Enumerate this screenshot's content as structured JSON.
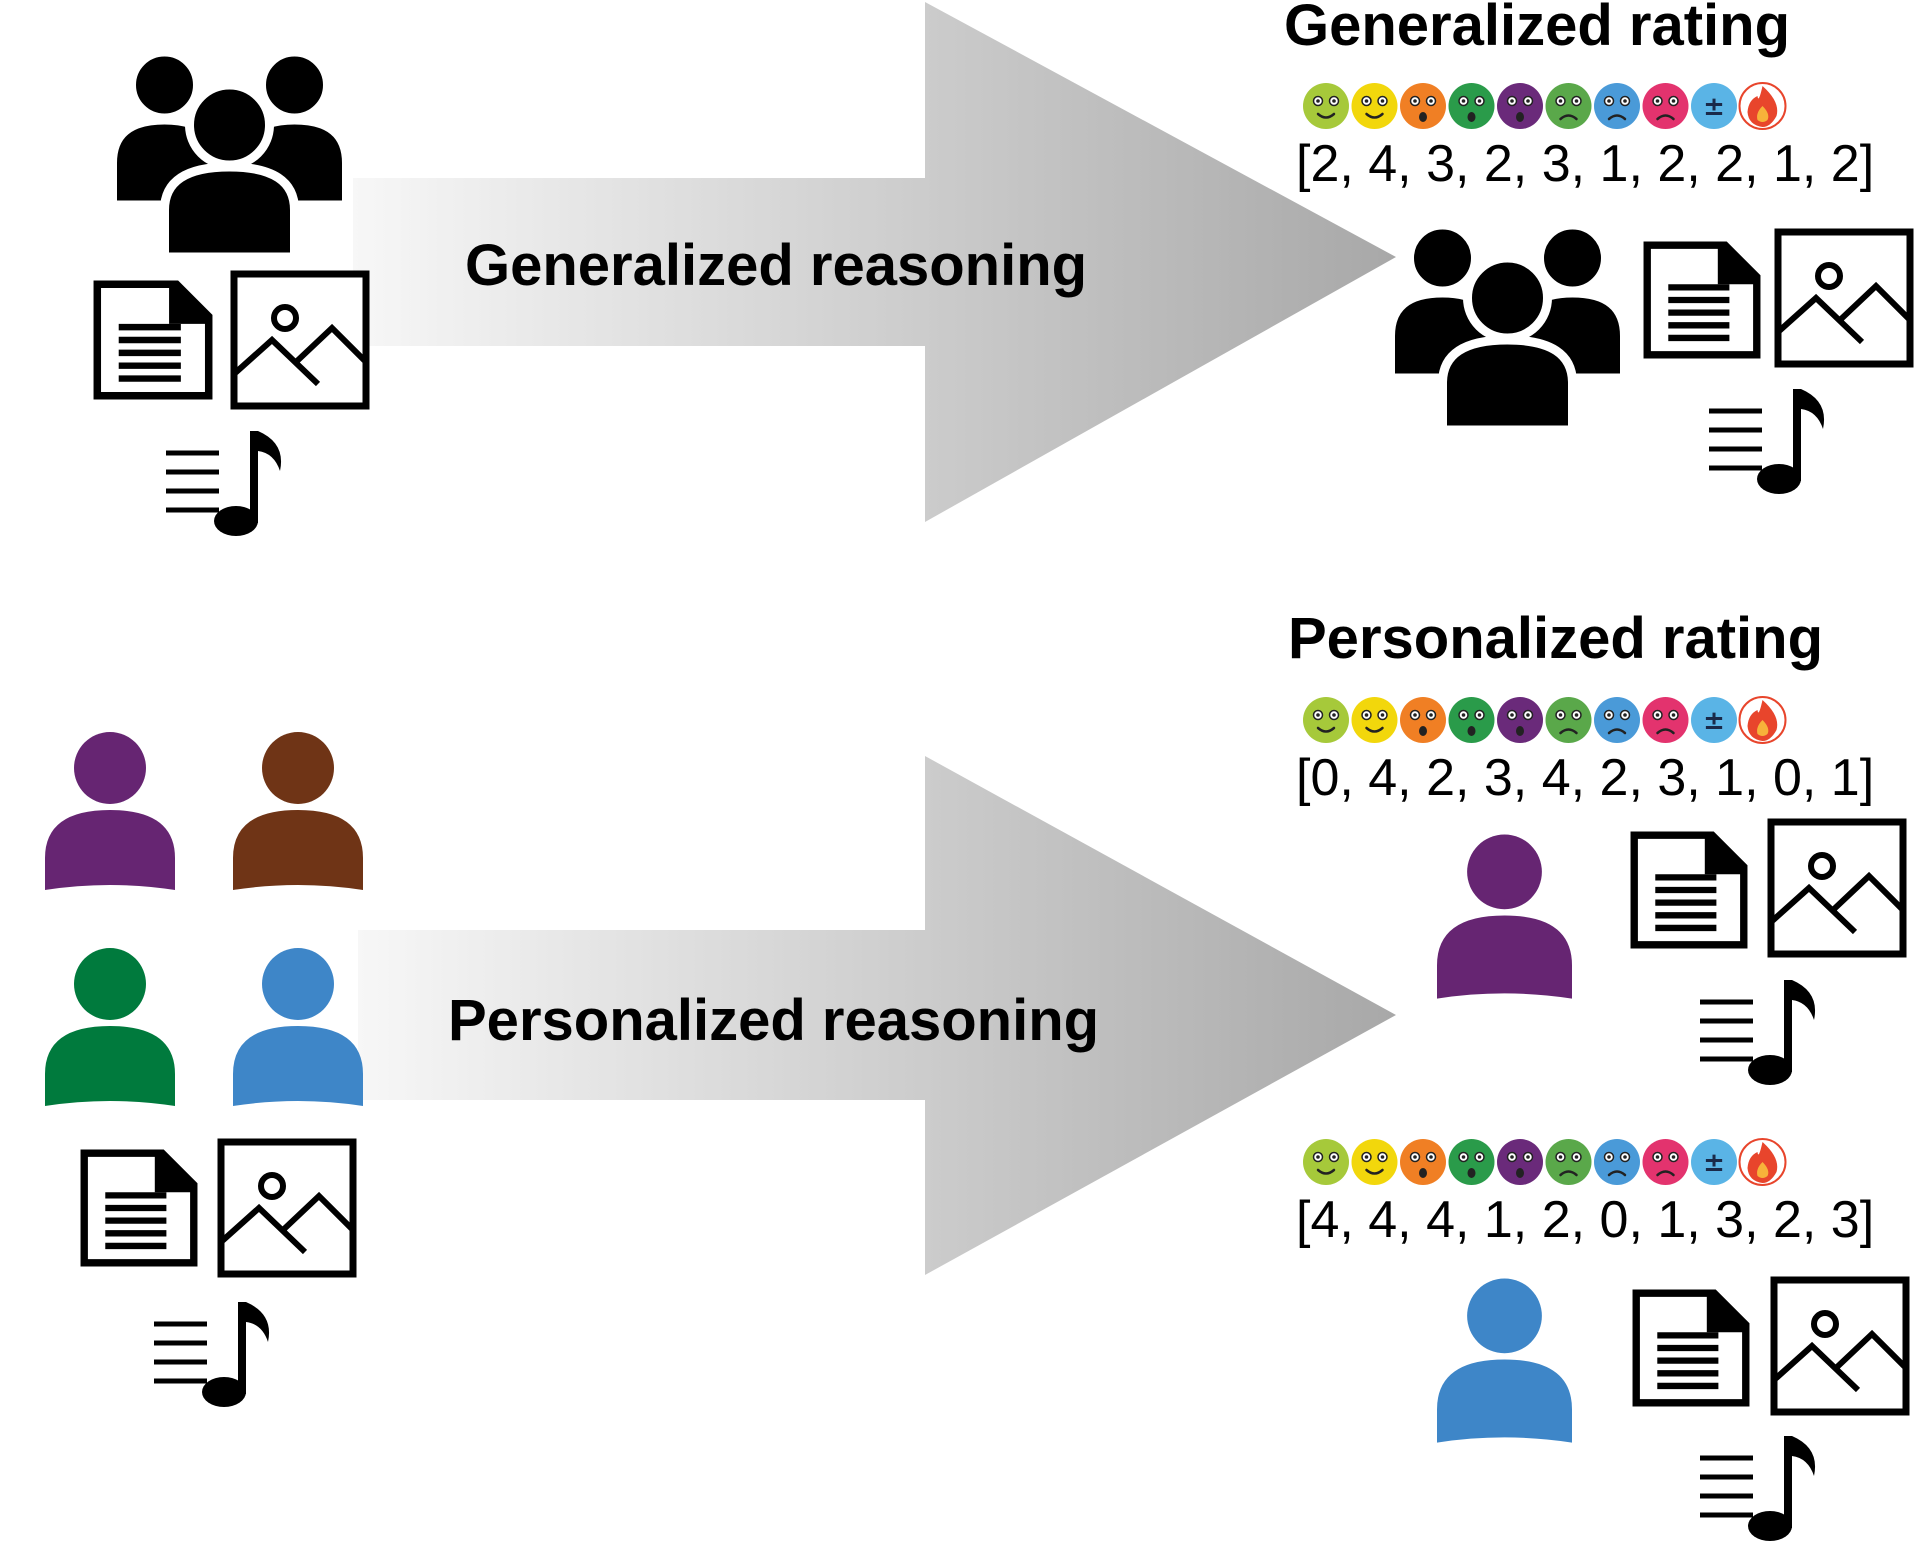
{
  "generalized": {
    "title": "Generalized rating",
    "arrow_label": "Generalized reasoning",
    "ratings": "[2, 4, 3, 2, 3, 1, 2, 2, 1, 2]"
  },
  "personalized": {
    "title": "Personalized rating",
    "arrow_label": "Personalized reasoning",
    "ratings_purple": "[0, 4, 2, 3, 4, 2, 3, 1, 0, 1]",
    "ratings_blue": "[4, 4, 4, 1, 2, 0, 1, 3, 2, 3]"
  },
  "colors": {
    "person_purple": "#662572",
    "person_brown": "#6f3416",
    "person_green": "#007a3d",
    "person_blue": "#3e86c8",
    "group_black": "#000000",
    "arrow_gray_light": "#f7f7f7",
    "arrow_gray_dark": "#a8a8a8"
  },
  "emoji_scale": [
    {
      "icon": "relieved-face-icon",
      "color": "#a6c93a"
    },
    {
      "icon": "surprised-face-icon",
      "color": "#f2d70c"
    },
    {
      "icon": "shocked-face-icon",
      "color": "#f07f24"
    },
    {
      "icon": "disgusted-face-icon",
      "color": "#2a9b4a"
    },
    {
      "icon": "confused-face-icon",
      "color": "#6a2a7a"
    },
    {
      "icon": "sick-face-icon",
      "color": "#5aa84a"
    },
    {
      "icon": "sad-face-icon",
      "color": "#4a9ad8"
    },
    {
      "icon": "angry-face-icon",
      "color": "#e3336e"
    },
    {
      "icon": "plus-minus-icon",
      "color": "#5ab4e6"
    },
    {
      "icon": "fire-icon",
      "color": "#e8452c"
    }
  ]
}
